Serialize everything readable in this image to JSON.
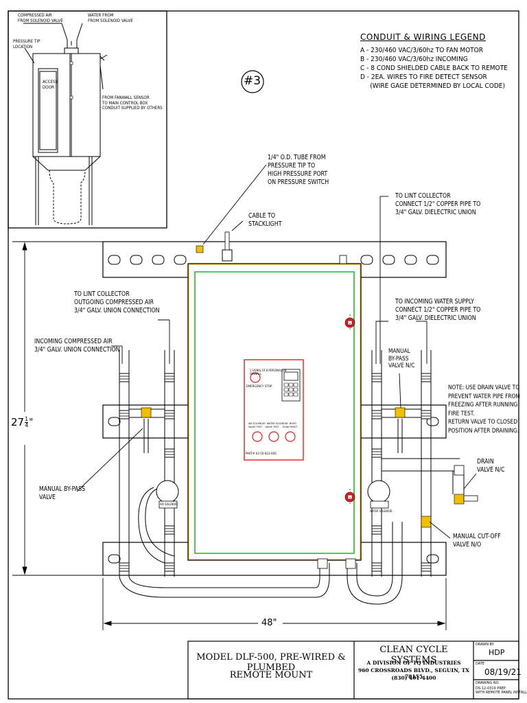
{
  "inset": {
    "compressed_air_label": "COMPRESSED AIR\nFROM SOLENOID VALVE",
    "water_label": "WATER FROM\nFROM SOLENOID VALVE",
    "pressure_tip_label": "PRESSURE TIP\nLOCATION",
    "access_door_label": "ACCESS\nDOOR",
    "fanwall_label": "FROM FANWALL SENSOR\nTO MAIN CONTROL BOX\nCONDUIT SUPPLIED BY OTHERS"
  },
  "sheet_tag": "#3",
  "legend": {
    "title": "CONDUIT & WIRING LEGEND",
    "items": [
      "A - 230/460 VAC/3/60hz TO FAN MOTOR",
      "B - 230/460 VAC/3/60hz INCOMING",
      "C - 8 COND SHIELDED CABLE BACK TO REMOTE",
      "D - 2EA. WIRES TO FIRE DETECT SENSOR",
      "     (WIRE GAGE DETERMINED BY LOCAL CODE)"
    ]
  },
  "callouts": {
    "tube": "1/4\" O.D. TUBE FROM\nPRESSURE TIP TO\nHIGH PRESSURE PORT\nON PRESSURE SWITCH",
    "cable": "CABLE TO\nSTACKLIGHT",
    "lint_right": "TO LINT COLLECTOR\nCONNECT 1/2\" COPPER PIPE TO\n3/4\" GALV. DIELECTRIC UNION",
    "lint_left": "TO LINT COLLECTOR\nOUTGOING COMPRESSED AIR\n3/4\" GALV. UNION CONNECTION",
    "incoming_air": "INCOMING COMPRESSED AIR\n3/4\" GALV. UNION CONNECTION",
    "incoming_water": "TO INCOMING WATER SUPPLY\nCONNECT 1/2\" COPPER PIPE TO\n3/4\" GALV. DIELECTRIC UNION",
    "bypass_right": "MANUAL\nBY-PASS\nVALVE N/C",
    "drain_note": "NOTE: USE DRAIN VALVE TO\nPREVENT WATER PIPE FROM\nFREEZING AFTER RUNNING\nFIRE TEST.\nRETURN VALVE TO CLOSED\nPOSITION AFTER DRAINING.",
    "drain_valve": "DRAIN\nVALVE N/C",
    "bypass_left": "MANUAL BY-PASS\nVALVE",
    "cutoff": "MANUAL CUT-OFF\nVALVE N/O"
  },
  "panel": {
    "header": "1 SIGNAL OF 8 PERSONAL ON\nFANWALL",
    "emergency": "EMERGENCY STOP",
    "btn_labels": "AIR SOLENOID  WATER SOLENOID  BUSY/\nVALVE TEST    VALVE TEST     SOAK RESET",
    "part_no": "PART# 63-10-823-005"
  },
  "solenoid_labels": {
    "air": "AIR SOLENOID",
    "water": "WATER SOLENOID"
  },
  "dimensions": {
    "height_whole": "27",
    "height_num": "1",
    "height_den": "4",
    "height_unit": "\"",
    "width": "48\""
  },
  "title_block": {
    "model": "MODEL DLF-500, PRE-WIRED & PLUMBED",
    "mount": "REMOTE MOUNT",
    "company": "CLEAN CYCLE SYSTEMS",
    "division": "A DIVISION OF TQ INDUSTRIES",
    "address": "960 CROSSROADS BLVD., SEGUIN, TX 78155",
    "phone": "(830) 401-4400",
    "drawn_by_label": "DRAWN BY",
    "drawn_by": "HDP",
    "date_label": "DATE",
    "date": "08/19/21",
    "drawing_no_label": "DRAWING NO.",
    "drawing_no": "DS-12-0319 PREP\nWITH REMOTE PANEL INSTALL"
  }
}
